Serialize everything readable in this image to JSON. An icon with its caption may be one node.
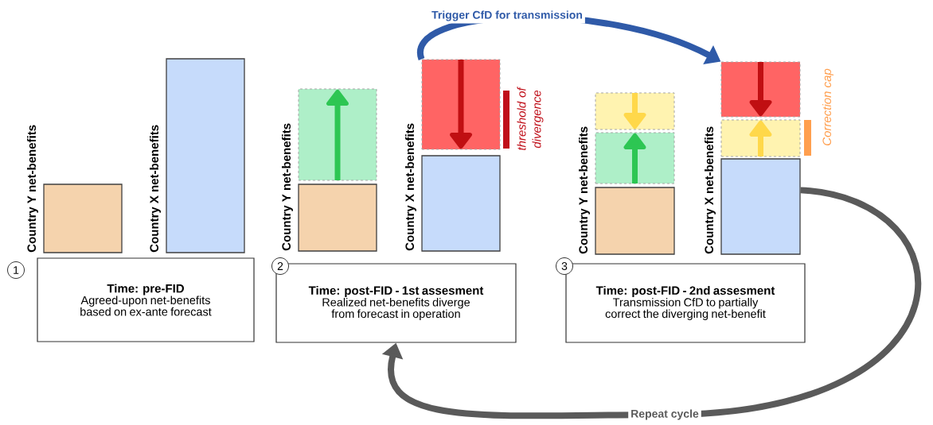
{
  "diagram": {
    "nodes": [
      {
        "text": [],
        "shape": "bar",
        "beside": [
          "Country Y net-benefits"
        ]
      },
      {
        "text": [],
        "shape": "bar",
        "beside": [
          "Country X net-benefits"
        ]
      },
      {
        "text": [
          "1"
        ]
      },
      {
        "text": [
          "Time: pre-FID",
          "Agreed-upon net-benefits based on ex-ante forecast"
        ]
      },
      {
        "text": [],
        "shape": "box"
      },
      {
        "text": [],
        "shape": "bar",
        "beside": [
          "Country Y net-benefits"
        ]
      },
      {
        "text": [],
        "shape": "box"
      },
      {
        "text": [],
        "shape": "bar",
        "beside": [
          "Country X net-benefits"
        ]
      },
      {
        "text": [
          "2"
        ]
      },
      {
        "text": [
          "Time: post-FID - 1st assesment",
          "Realized net-benefits diverge from forecast in operation"
        ]
      },
      {
        "text": [],
        "shape": "box"
      },
      {
        "text": [],
        "shape": "box"
      },
      {
        "text": [],
        "shape": "bar",
        "beside": [
          "Country Y net-benefits"
        ]
      },
      {
        "text": [],
        "shape": "box"
      },
      {
        "text": [],
        "shape": "box"
      },
      {
        "text": [],
        "shape": "bar",
        "beside": [
          "Country X net-benefits"
        ]
      },
      {
        "text": [
          "3"
        ]
      },
      {
        "text": [
          "Time: post-FID - 2nd assesment",
          "Transmission CfD to partially correct the diverging net-benefit"
        ]
      }
    ],
    "edges": [
      {
        "from": 6,
        "to": 13,
        "arrow": "to",
        "label": "Trigger CfD for transmission",
        "color": "#2f5aa8"
      },
      {
        "from": 15,
        "to": 9,
        "arrow": "to",
        "label": "Repeat cycle",
        "color": "#5a5a5a"
      }
    ],
    "labels": [
      "threshold of divergence",
      "Correction cap"
    ]
  }
}
